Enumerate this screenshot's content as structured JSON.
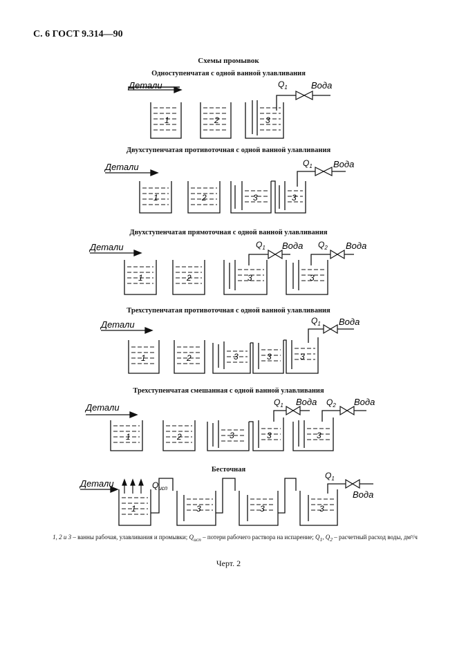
{
  "header": {
    "text": "С. 6 ГОСТ 9.314—90"
  },
  "main_title": "Схемы промывок",
  "labels": {
    "parts": "Детали",
    "water": "Вода",
    "q1": "Q",
    "q1_sub": "1",
    "q2": "Q",
    "q2_sub": "2",
    "q_evap": "Q",
    "q_evap_sub": "исп",
    "bath_1": "1",
    "bath_2": "2",
    "bath_3": "3"
  },
  "sections": [
    {
      "title": "Одноступенчатая с одной ванной улавливания"
    },
    {
      "title": "Двухступенчатая противоточная с одной ванной улавливания"
    },
    {
      "title": "Двухступенчатая прямоточная с одной ванной улавливания"
    },
    {
      "title": "Трехступенчатая противоточная с одной ванной улавливания"
    },
    {
      "title": "Трехступенчатая смешанная с одной ванной улавливания"
    },
    {
      "title": "Бесточная"
    }
  ],
  "footnote": {
    "part1": "1, 2 и 3",
    "part2": " – ванны рабочая, улавливания и промывки; ",
    "part3": "Q",
    "part4": "исп",
    "part5": " – потери рабочего раствора на испарение; ",
    "part6": "Q",
    "part7": "1",
    "part8": ", ",
    "part9": "Q",
    "part10": "2",
    "part11": " – расчетный расход воды, дм³/ч"
  },
  "caption": "Черт. 2"
}
